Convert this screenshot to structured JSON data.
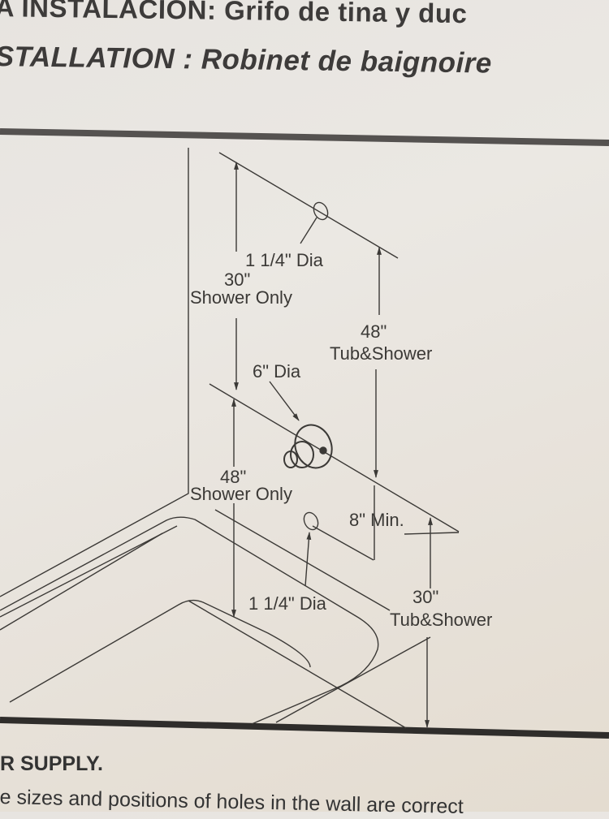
{
  "header": {
    "spanish_title": "A INSTALACION: Grifo de tina y duc",
    "french_title": "STALLATION : Robinet de baignoire"
  },
  "diagram": {
    "labels": {
      "top_hole_dia": "1 1/4\" Dia",
      "shower_only_30_value": "30\"",
      "shower_only_30_text": "Shower Only",
      "tub_shower_48_value": "48\"",
      "tub_shower_48_text": "Tub&Shower",
      "valve_dia": "6\" Dia",
      "shower_only_48_value": "48\"",
      "shower_only_48_text": "Shower Only",
      "min_8": "8\" Min.",
      "bottom_hole_dia": "1 1/4\" Dia",
      "tub_shower_30_value": "30\"",
      "tub_shower_30_text": "Tub&Shower"
    },
    "colors": {
      "paper": "#e9e6e1",
      "ink": "#3b3936",
      "rule": "#4a4744"
    }
  },
  "footer": {
    "section_heading": "R SUPPLY.",
    "body_text": "e sizes and positions of holes in the wall are correct"
  }
}
